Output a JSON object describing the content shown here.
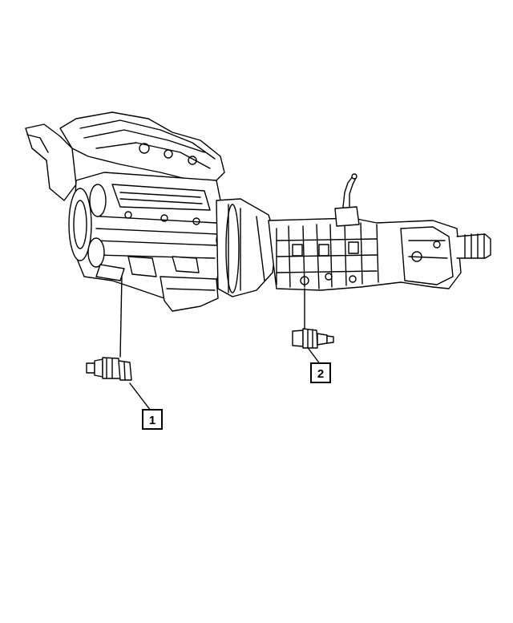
{
  "diagram": {
    "callouts": [
      {
        "id": "1",
        "label": "1",
        "part": "sensor-1"
      },
      {
        "id": "2",
        "label": "2",
        "part": "sensor-2"
      }
    ]
  },
  "colors": {
    "line": "#000000",
    "fill": "#ffffff",
    "hatch": "#333333"
  },
  "icons": {
    "engine": "engine-assembly-illustration",
    "transmission": "transmission-assembly-illustration",
    "sensor": "switch-sensor-part"
  }
}
